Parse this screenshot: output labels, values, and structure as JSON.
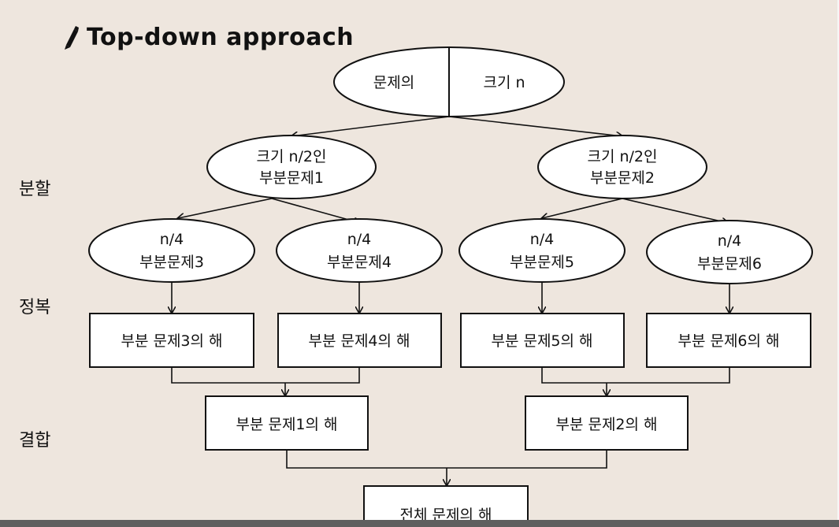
{
  "title": "Top-down approach",
  "stages": {
    "divide": "분할",
    "conquer": "정복",
    "combine": "결합"
  },
  "root": {
    "left": "문제의",
    "right": "크기 n"
  },
  "level1": [
    {
      "line1": "크기 n/2인",
      "line2": "부분문제1"
    },
    {
      "line1": "크기 n/2인",
      "line2": "부분문제2"
    }
  ],
  "level2": [
    {
      "line1": "n/4",
      "line2": "부분문제3"
    },
    {
      "line1": "n/4",
      "line2": "부분문제4"
    },
    {
      "line1": "n/4",
      "line2": "부분문제5"
    },
    {
      "line1": "n/4",
      "line2": "부분문제6"
    }
  ],
  "solutions": [
    "부분 문제3의 해",
    "부분 문제4의 해",
    "부분 문제5의 해",
    "부분 문제6의 해"
  ],
  "combined": [
    "부분 문제1의 해",
    "부분 문제2의 해"
  ],
  "final": "전체 문제의 해"
}
